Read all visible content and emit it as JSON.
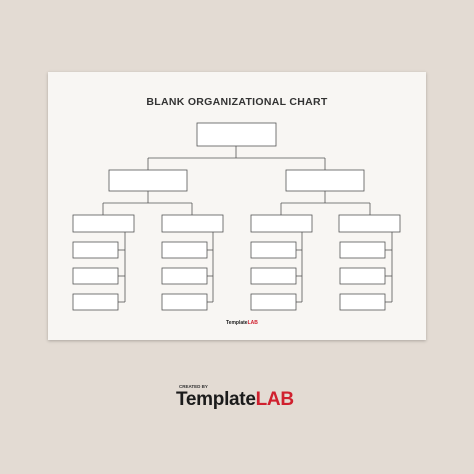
{
  "sheet": {
    "title": "BLANK ORGANIZATIONAL CHART",
    "footer_logo": {
      "template": "Template",
      "lab": "LAB"
    }
  },
  "credit": {
    "created_by": "CREATED BY",
    "logo_template": "Template",
    "logo_lab": "LAB"
  },
  "diagram": {
    "levels": [
      "root",
      "managers",
      "leads",
      "members"
    ],
    "structure": {
      "root": 1,
      "children_of_root": 2,
      "children_per_manager": 2,
      "members_per_lead": 3
    },
    "box_labels": []
  },
  "colors": {
    "background": "#e3dbd3",
    "sheet": "#f8f6f3",
    "line": "#555555",
    "brand_red": "#d0202e"
  }
}
